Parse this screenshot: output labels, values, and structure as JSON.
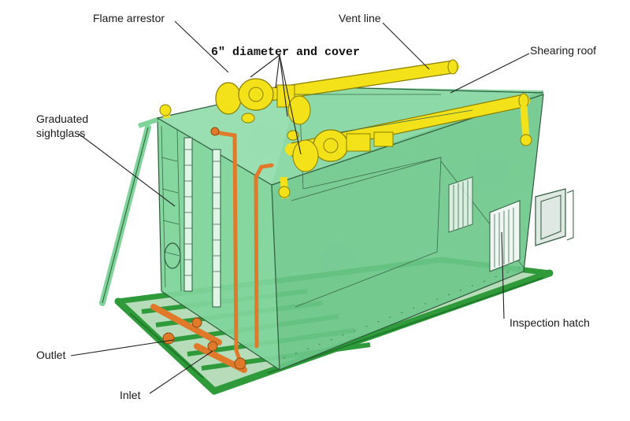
{
  "labels": {
    "flame_arrestor": "Flame arrestor",
    "vent_line": "Vent line",
    "shearing_roof": "Shearing roof",
    "diameter_cover": "6″ diameter and cover",
    "graduated_sightglass_line1": "Graduated",
    "graduated_sightglass_line2": "sightglass",
    "outlet": "Outlet",
    "inlet": "Inlet",
    "inspection_hatch": "Inspection hatch"
  },
  "colors": {
    "tank_fill": "#7fd49a",
    "tank_side": "#6cc78a",
    "skid": "#2e9a3a",
    "vent_pipe": "#f3e21a",
    "outlet_pipe": "#e07a2a",
    "line": "#2f5a3c"
  }
}
